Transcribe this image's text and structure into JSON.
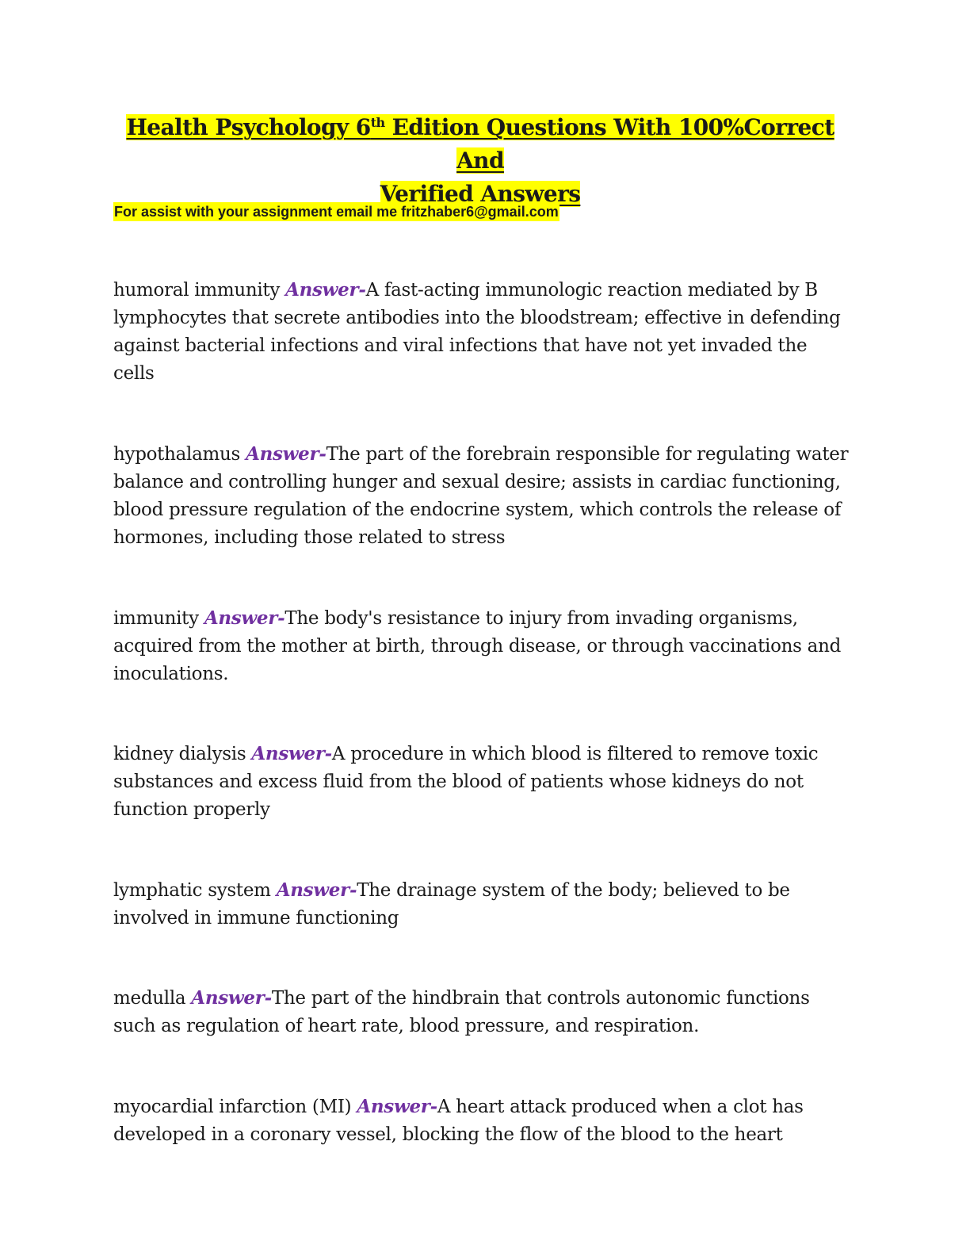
{
  "document": {
    "title": {
      "line1_part1": "Health Psychology 6",
      "line1_sup": "th",
      "line1_part2": " Edition Questions With 100%Correct And ",
      "line2": "Verified  Answers"
    },
    "contact": "For assist with your assignment email me fritzhaber6@gmail.com",
    "answer_label": "Answer-",
    "entries": [
      {
        "term": "humoral immunity ",
        "definition": "A fast-acting immunologic reaction mediated by B lymphocytes that secrete antibodies into the bloodstream; effective in defending against bacterial infections and viral infections that have not yet invaded the cells"
      },
      {
        "term": "hypothalamus ",
        "definition": "The part of the forebrain responsible for regulating water balance and controlling hunger and sexual desire; assists in cardiac functioning, blood pressure regulation of the endocrine system, which controls the release of hormones, including those related to stress"
      },
      {
        "term": "immunity ",
        "definition": "The body's resistance to injury from invading organisms, acquired from the mother at birth, through disease, or through vaccinations and inoculations."
      },
      {
        "term": "kidney dialysis ",
        "definition": "A procedure in which blood is filtered to remove toxic substances and excess fluid from the blood of patients whose kidneys do not function properly"
      },
      {
        "term": "lymphatic system ",
        "definition": "The drainage system of the body; believed to be involved in immune functioning"
      },
      {
        "term": "medulla ",
        "definition": "The part of the hindbrain that controls autonomic functions such as regulation of heart rate, blood pressure, and respiration."
      },
      {
        "term": "myocardial infarction (MI) ",
        "definition": "A heart attack produced when a clot has developed in a coronary vessel, blocking the flow of the blood to the heart"
      }
    ]
  },
  "colors": {
    "highlight": "#ffff00",
    "answer_label": "#7030a0",
    "text": "#1a1a1a"
  }
}
